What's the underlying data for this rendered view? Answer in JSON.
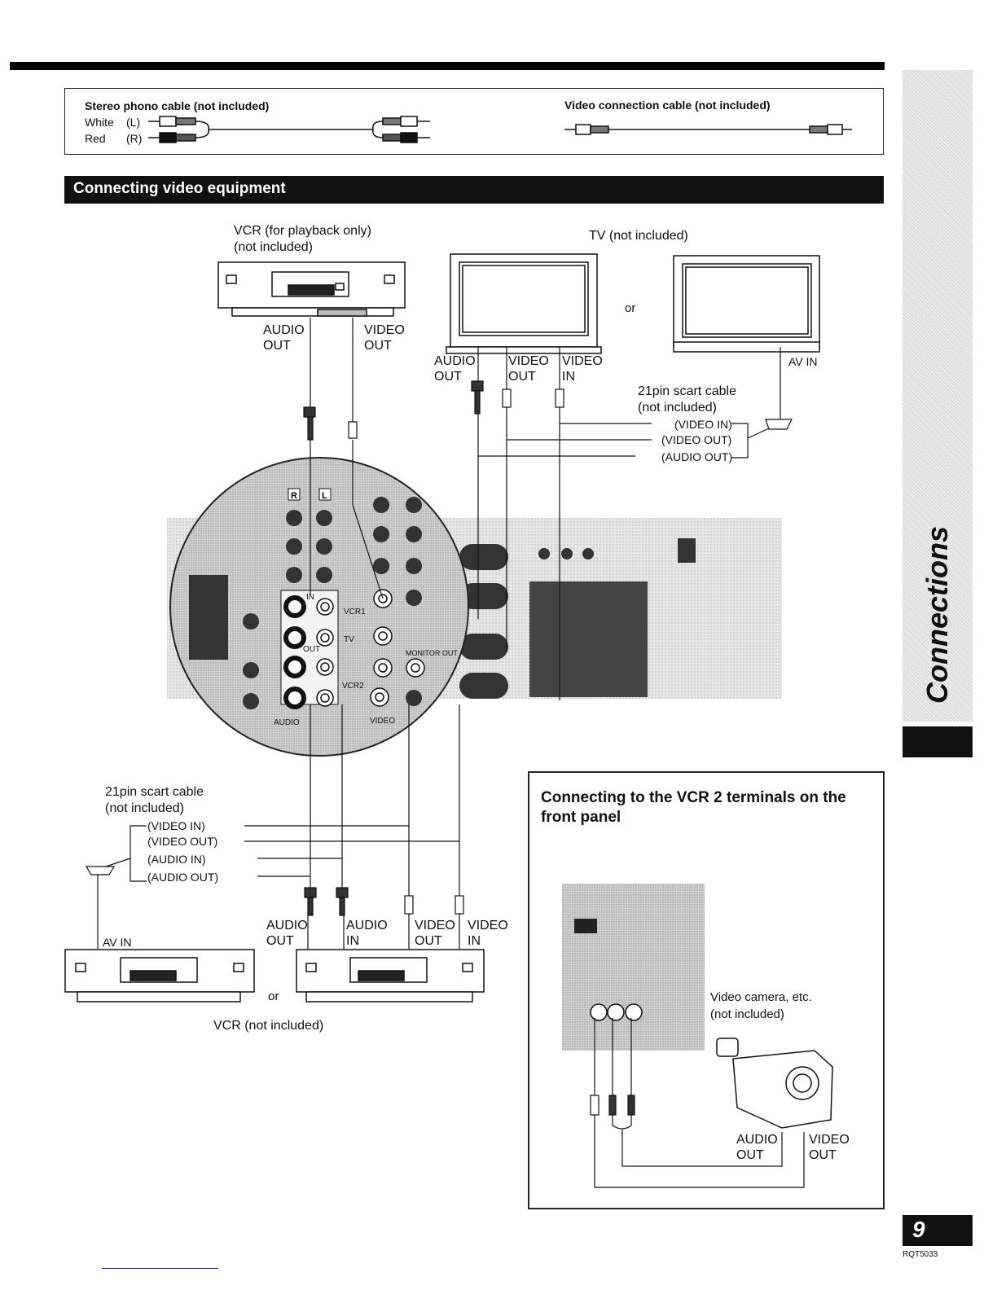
{
  "cables": {
    "stereo_title": "Stereo phono cable (not included)",
    "white_label": "White",
    "white_channel": "(L)",
    "red_label": "Red",
    "red_channel": "(R)",
    "video_title": "Video connection cable (not included)"
  },
  "section": {
    "title": "Connecting video equipment"
  },
  "vcr_playback": {
    "label_1": "VCR (for playback only)",
    "label_2": "(not included)",
    "audio_out_1": "AUDIO",
    "audio_out_2": "OUT",
    "video_out_1": "VIDEO",
    "video_out_2": "OUT"
  },
  "tv": {
    "label": "TV (not included)",
    "or": "or",
    "av_in": "AV IN",
    "audio_out_1": "AUDIO",
    "audio_out_2": "OUT",
    "video_out_1": "VIDEO",
    "video_out_2": "OUT",
    "video_in_1": "VIDEO",
    "video_in_2": "IN",
    "scart_1": "21pin scart   cable",
    "scart_2": "(not included)",
    "scart_video_in": "(VIDEO IN)",
    "scart_video_out": "(VIDEO OUT)",
    "scart_audio_out": "(AUDIO OUT)"
  },
  "unit_panel": {
    "r": "R",
    "l": "L",
    "in": "IN",
    "out": "OUT",
    "vcr1": "VCR1",
    "tv": "TV",
    "vcr2": "VCR2",
    "audio": "AUDIO",
    "video": "VIDEO",
    "monitor": "MONITOR OUT"
  },
  "vcr_recording": {
    "scart_1": "21pin scart cable",
    "scart_2": "(not included)",
    "scart_video_in": "(VIDEO IN)",
    "scart_video_out": "(VIDEO OUT)",
    "scart_audio_in": "(AUDIO IN)",
    "scart_audio_out": "(AUDIO OUT)",
    "av_in": "AV IN",
    "or": "or",
    "audio_out_1": "AUDIO",
    "audio_out_2": "OUT",
    "audio_in_1": "AUDIO",
    "audio_in_2": "IN",
    "video_out_1": "VIDEO",
    "video_out_2": "OUT",
    "video_in_1": "VIDEO",
    "video_in_2": "IN",
    "label": "VCR (not included)"
  },
  "inset": {
    "title": "Connecting to the VCR 2 terminals on the front panel",
    "camera_1": "Video camera, etc.",
    "camera_2": "(not included)",
    "audio_out_1": "AUDIO",
    "audio_out_2": "OUT",
    "video_out_1": "VIDEO",
    "video_out_2": "OUT"
  },
  "sidebar": {
    "label": "Connections"
  },
  "page": {
    "number": "9",
    "code": "RQT5033"
  }
}
